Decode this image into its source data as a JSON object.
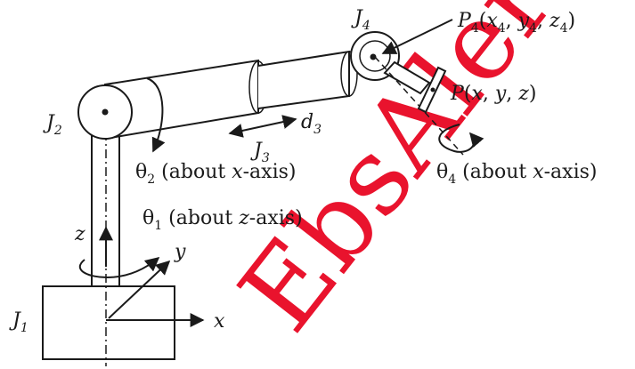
{
  "watermark": "EbsAlert.",
  "joints": {
    "j1": {
      "main": "J",
      "sub": "1"
    },
    "j2": {
      "main": "J",
      "sub": "2"
    },
    "j3": {
      "main": "J",
      "sub": "3"
    },
    "j4": {
      "main": "J",
      "sub": "4"
    }
  },
  "d3": {
    "main": "d",
    "sub": "3"
  },
  "p4": {
    "p": "P",
    "p_sub": "4",
    "open": "(",
    "x": "x",
    "x_sub": "4",
    "c1": ", ",
    "y": "y",
    "y_sub": "4",
    "c2": ", ",
    "z": "z",
    "z_sub": "4",
    "close": ")"
  },
  "p": {
    "p": "P",
    "open": "(",
    "x": "x",
    "c1": ", ",
    "y": "y",
    "c2": ", ",
    "z": "z",
    "close": ")"
  },
  "theta1": {
    "sym": "θ",
    "sub": "1",
    "pre": " (about ",
    "axis": "z",
    "post": "-axis)"
  },
  "theta2": {
    "sym": "θ",
    "sub": "2",
    "pre": " (about ",
    "axis": "x",
    "post": "-axis)"
  },
  "theta4": {
    "sym": "θ",
    "sub": "4",
    "pre": " (about ",
    "axis": "x",
    "post": "-axis)"
  },
  "axes": {
    "x": "x",
    "y": "y",
    "z": "z",
    "z_side": "z"
  }
}
